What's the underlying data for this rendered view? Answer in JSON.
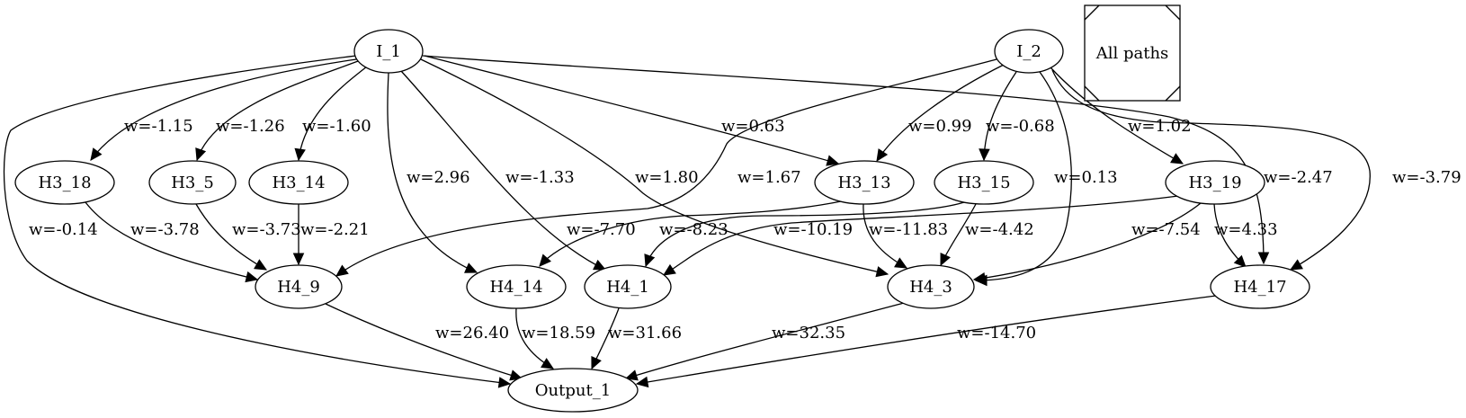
{
  "legend": {
    "label": "All paths"
  },
  "nodes": [
    {
      "id": "I_1",
      "label": "I_1"
    },
    {
      "id": "I_2",
      "label": "I_2"
    },
    {
      "id": "H3_18",
      "label": "H3_18"
    },
    {
      "id": "H3_5",
      "label": "H3_5"
    },
    {
      "id": "H3_14",
      "label": "H3_14"
    },
    {
      "id": "H3_13",
      "label": "H3_13"
    },
    {
      "id": "H3_15",
      "label": "H3_15"
    },
    {
      "id": "H3_19",
      "label": "H3_19"
    },
    {
      "id": "H4_9",
      "label": "H4_9"
    },
    {
      "id": "H4_14",
      "label": "H4_14"
    },
    {
      "id": "H4_1",
      "label": "H4_1"
    },
    {
      "id": "H4_3",
      "label": "H4_3"
    },
    {
      "id": "H4_17",
      "label": "H4_17"
    },
    {
      "id": "Output_1",
      "label": "Output_1"
    }
  ],
  "edges": [
    {
      "from": "I_1",
      "to": "H3_18",
      "label": "w=-1.15"
    },
    {
      "from": "I_1",
      "to": "H3_5",
      "label": "w=-1.26"
    },
    {
      "from": "I_1",
      "to": "H3_14",
      "label": "w=-1.60"
    },
    {
      "from": "I_1",
      "to": "H4_14",
      "label": "w=2.96"
    },
    {
      "from": "I_1",
      "to": "H4_1",
      "label": "w=-1.33"
    },
    {
      "from": "I_1",
      "to": "H4_3",
      "label": "w=1.80"
    },
    {
      "from": "I_1",
      "to": "H3_13",
      "label": "w=0.63"
    },
    {
      "from": "I_1",
      "to": "H4_17",
      "label": "w=-2.47"
    },
    {
      "from": "I_1",
      "to": "Output_1",
      "label": "w=-0.14"
    },
    {
      "from": "I_2",
      "to": "H4_9",
      "label": "w=1.67"
    },
    {
      "from": "I_2",
      "to": "H3_13",
      "label": "w=0.99"
    },
    {
      "from": "I_2",
      "to": "H3_15",
      "label": "w=-0.68"
    },
    {
      "from": "I_2",
      "to": "H4_3",
      "label": "w=0.13"
    },
    {
      "from": "I_2",
      "to": "H3_19",
      "label": "w=1.02"
    },
    {
      "from": "I_2",
      "to": "H4_17",
      "label": "w=-3.79"
    },
    {
      "from": "H3_18",
      "to": "H4_9",
      "label": "w=-3.78"
    },
    {
      "from": "H3_5",
      "to": "H4_9",
      "label": "w=-3.73"
    },
    {
      "from": "H3_14",
      "to": "H4_9",
      "label": "w=-2.21"
    },
    {
      "from": "H3_13",
      "to": "H4_14",
      "label": "w=-7.70"
    },
    {
      "from": "H3_13",
      "to": "H4_3",
      "label": "w=-11.83"
    },
    {
      "from": "H3_15",
      "to": "H4_1",
      "label": "w=-8.23"
    },
    {
      "from": "H3_15",
      "to": "H4_3",
      "label": "w=-4.42"
    },
    {
      "from": "H3_19",
      "to": "H4_1",
      "label": "w=-10.19"
    },
    {
      "from": "H3_19",
      "to": "H4_3",
      "label": "w=-7.54"
    },
    {
      "from": "H3_19",
      "to": "H4_17",
      "label": "w=4.33"
    },
    {
      "from": "H4_9",
      "to": "Output_1",
      "label": "w=26.40"
    },
    {
      "from": "H4_14",
      "to": "Output_1",
      "label": "w=18.59"
    },
    {
      "from": "H4_1",
      "to": "Output_1",
      "label": "w=31.66"
    },
    {
      "from": "H4_3",
      "to": "Output_1",
      "label": "w=32.35"
    },
    {
      "from": "H4_17",
      "to": "Output_1",
      "label": "w=-14.70"
    }
  ]
}
